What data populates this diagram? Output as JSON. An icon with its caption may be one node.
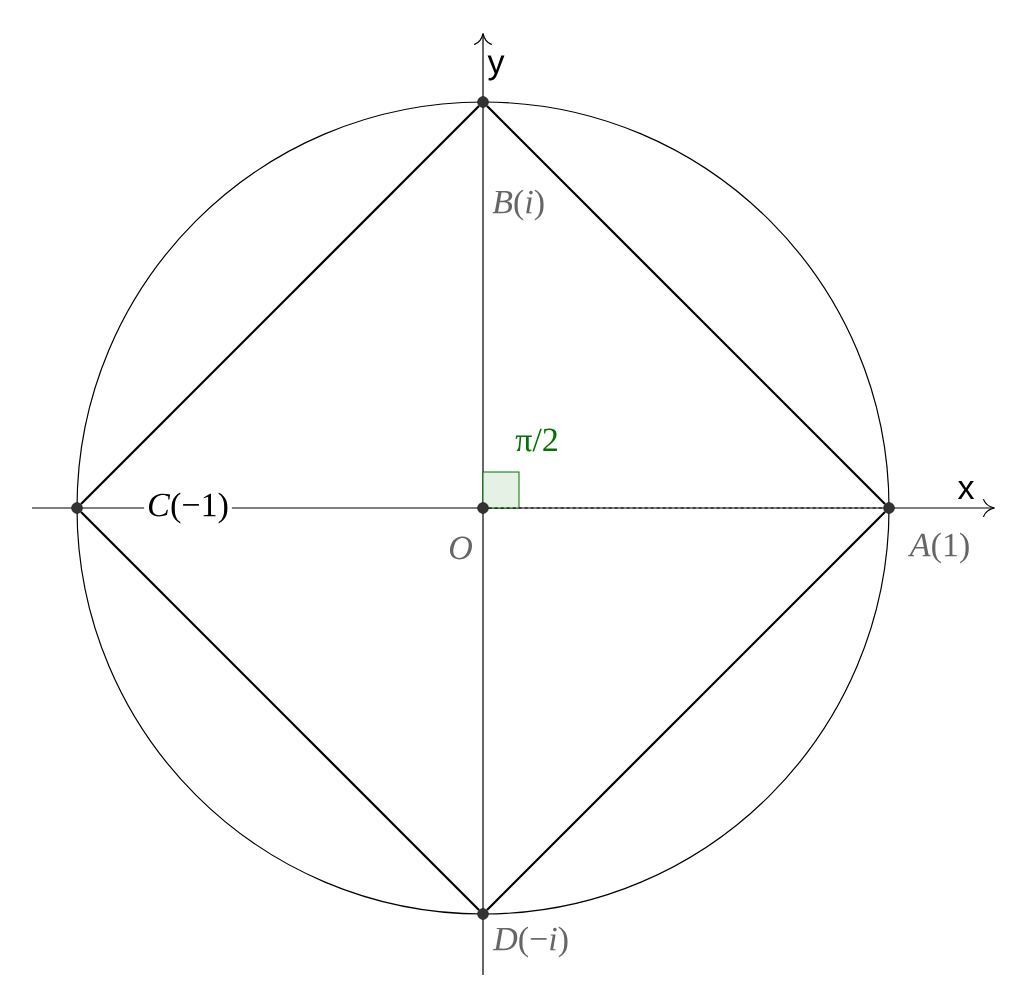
{
  "diagram": {
    "nodes": [
      {
        "text": [
          "*B*(*i*)"
        ]
      },
      {
        "text": [
          "*C*(−1)"
        ]
      },
      {
        "text": [
          "*O*"
        ]
      },
      {
        "text": [
          "*A*(1)"
        ]
      },
      {
        "text": [
          "*D*(−*i*)"
        ]
      }
    ],
    "edges": [
      {
        "from": 0,
        "to": 3,
        "arrow": "none"
      },
      {
        "from": 3,
        "to": 4,
        "arrow": "none"
      },
      {
        "from": 4,
        "to": 1,
        "arrow": "none"
      },
      {
        "from": 1,
        "to": 0,
        "arrow": "none"
      },
      {
        "from": 2,
        "to": 3,
        "arrow": "none",
        "style": "dashed"
      }
    ],
    "labels": [
      "y",
      "π/2",
      "x"
    ]
  }
}
